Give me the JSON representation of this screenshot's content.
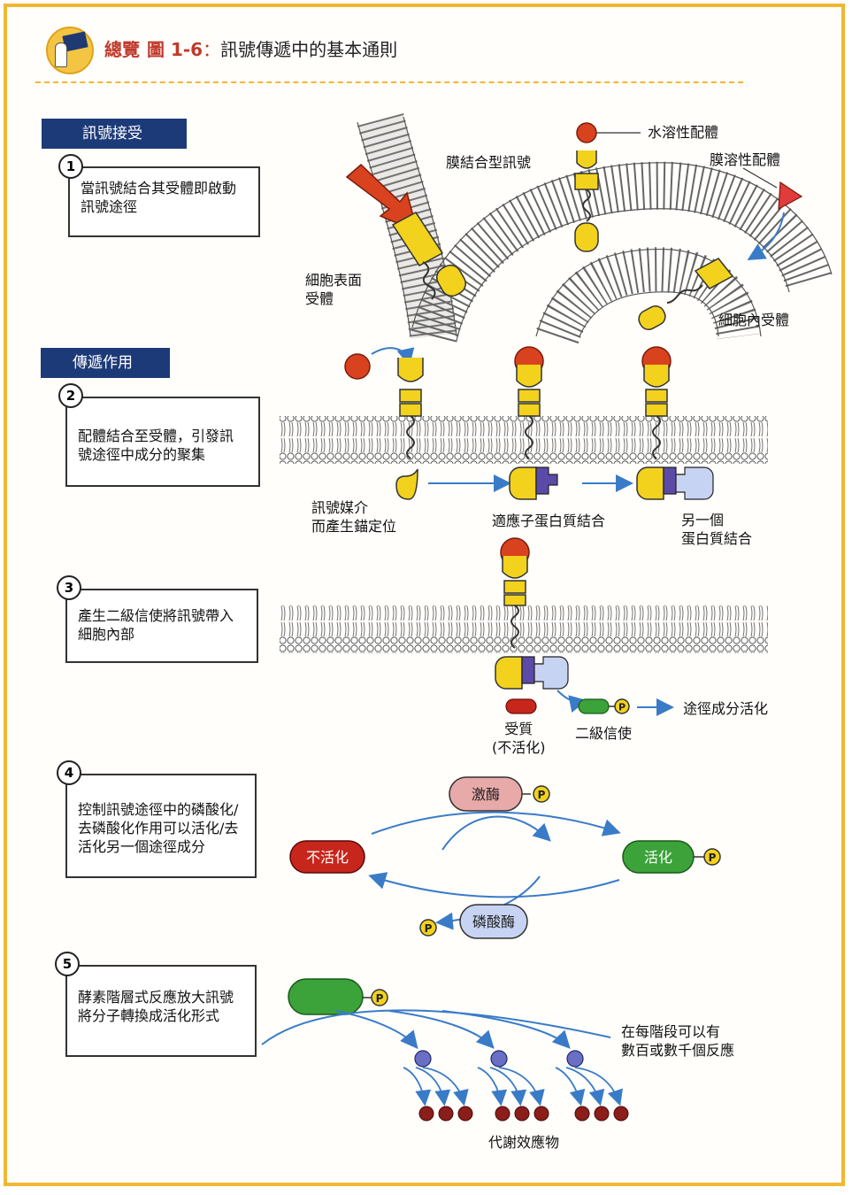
{
  "header": {
    "overview": "總覽",
    "figure": "圖 1-6",
    "colon": "：",
    "title": "訊號傳遞中的基本通則"
  },
  "sections": {
    "reception": "訊號接受",
    "transduction": "傳遞作用"
  },
  "steps": [
    {
      "num": "1",
      "text": "當訊號結合其受體即啟動\n訊號途徑"
    },
    {
      "num": "2",
      "text": "配體結合至受體，引發訊\n號途徑中成分的聚集"
    },
    {
      "num": "3",
      "text": "產生二級信使將訊號帶入\n細胞內部"
    },
    {
      "num": "4",
      "text": "控制訊號途徑中的磷酸化/\n去磷酸化作用可以活化/去\n活化另一個途徑成分"
    },
    {
      "num": "5",
      "text": "酵素階層式反應放大訊號\n將分子轉換成活化形式"
    }
  ],
  "labels": {
    "membrane_signal": "膜結合型訊號",
    "soluble_ligand": "水溶性配體",
    "membrane_soluble_ligand": "膜溶性配體",
    "cell_surface_receptor": "細胞表面\n受體",
    "intracellular_receptor": "細胞內受體",
    "signal_localization": "訊號媒介\n而產生錨定位",
    "adaptor_binding": "適應子蛋白質結合",
    "another_protein_binding": "另一個\n蛋白質結合",
    "pathway_activation": "途徑成分活化",
    "substrate_inactive": "受質\n(不活化)",
    "second_messenger": "二級信使",
    "kinase": "激酶",
    "phosphatase": "磷酸酶",
    "inactive": "不活化",
    "active": "活化",
    "phosphate": "P",
    "amplification_note": "在每階段可以有\n數百或數千個反應",
    "metabolic_effector": "代謝效應物"
  },
  "colors": {
    "frame": "#f2b732",
    "section_bg": "#1d3a78",
    "receptor_yellow": "#f2d21c",
    "ligand_red": "#d9421f",
    "adaptor_purple": "#5b4aa8",
    "kinase_pink": "#e8a9a9",
    "phosphatase_blue": "#c7d3f2",
    "inactive_red": "#c7261d",
    "active_green": "#3ca23a",
    "arrow_blue": "#3a7bc8"
  }
}
